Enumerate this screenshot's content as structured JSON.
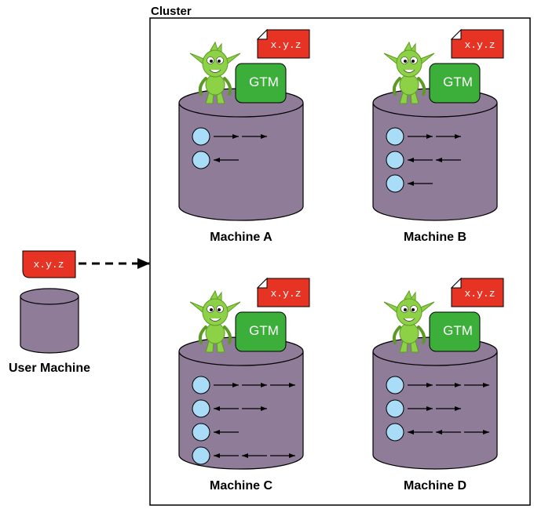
{
  "cluster": {
    "label": "Cluster"
  },
  "user_machine": {
    "label": "User Machine",
    "file_label": "x.y.z"
  },
  "colors": {
    "cylinder": "#8f7c98",
    "circle": "#a9dcf6",
    "file": "#e63323",
    "gtm_box": "#3cae3a",
    "goblin": "#8dd246",
    "goblin_dark": "#5d9a25"
  },
  "machines": [
    {
      "name": "Machine A",
      "file_label": "x.y.z",
      "gtm_label": "GTM",
      "rows": [
        [
          "right",
          "right"
        ],
        [
          "left"
        ]
      ]
    },
    {
      "name": "Machine B",
      "file_label": "x.y.z",
      "gtm_label": "GTM",
      "rows": [
        [
          "right",
          "right"
        ],
        [
          "left",
          "left"
        ],
        [
          "left"
        ]
      ]
    },
    {
      "name": "Machine C",
      "file_label": "x.y.z",
      "gtm_label": "GTM",
      "rows": [
        [
          "right",
          "right",
          "right"
        ],
        [
          "left",
          "right"
        ],
        [
          "left"
        ],
        [
          "left",
          "left",
          "right"
        ]
      ]
    },
    {
      "name": "Machine D",
      "file_label": "x.y.z",
      "gtm_label": "GTM",
      "rows": [
        [
          "right",
          "right",
          "right"
        ],
        [
          "right",
          "right"
        ],
        [
          "left",
          "left",
          "right"
        ]
      ]
    }
  ]
}
